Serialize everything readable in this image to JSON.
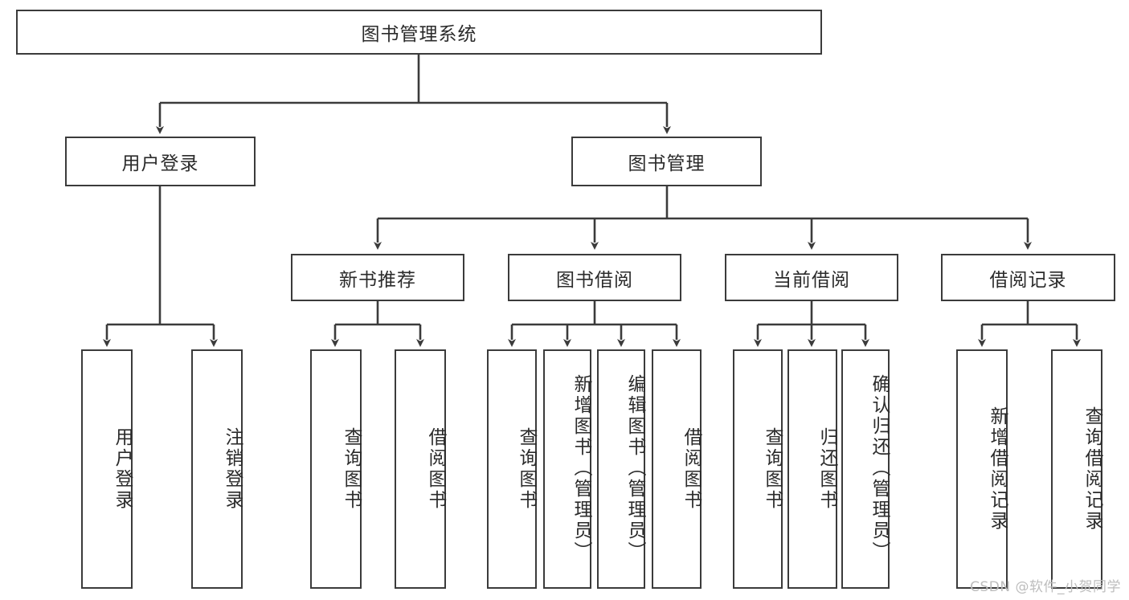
{
  "diagram": {
    "type": "hierarchy-tree",
    "title_box": {
      "label": "图书管理系统"
    },
    "level2": [
      {
        "id": "user-login",
        "label": "用户登录"
      },
      {
        "id": "book-management",
        "label": "图书管理"
      }
    ],
    "level3": [
      {
        "id": "new-book-recommend",
        "label": "新书推荐",
        "parent": "book-management"
      },
      {
        "id": "book-borrow",
        "label": "图书借阅",
        "parent": "book-management"
      },
      {
        "id": "current-borrow",
        "label": "当前借阅",
        "parent": "book-management"
      },
      {
        "id": "borrow-record",
        "label": "借阅记录",
        "parent": "book-management"
      }
    ],
    "leaves": [
      {
        "id": "leaf-user-login",
        "label": "用户登录",
        "parent": "user-login"
      },
      {
        "id": "leaf-logout-login",
        "label": "注销登录",
        "parent": "user-login"
      },
      {
        "id": "leaf-query-book-1",
        "label": "查询图书",
        "parent": "new-book-recommend"
      },
      {
        "id": "leaf-borrow-book-1",
        "label": "借阅图书",
        "parent": "new-book-recommend"
      },
      {
        "id": "leaf-query-book-2",
        "label": "查询图书",
        "parent": "book-borrow"
      },
      {
        "id": "leaf-add-book",
        "label": "新增图书（管理员）",
        "parent": "book-borrow"
      },
      {
        "id": "leaf-edit-book",
        "label": "编辑图书（管理员）",
        "parent": "book-borrow"
      },
      {
        "id": "leaf-borrow-book-2",
        "label": "借阅图书",
        "parent": "book-borrow"
      },
      {
        "id": "leaf-query-book-3",
        "label": "查询图书",
        "parent": "current-borrow"
      },
      {
        "id": "leaf-return-book",
        "label": "归还图书",
        "parent": "current-borrow"
      },
      {
        "id": "leaf-confirm-return",
        "label": "确认归还（管理员）",
        "parent": "current-borrow"
      },
      {
        "id": "leaf-add-borrow-record",
        "label": "新增借阅记录",
        "parent": "borrow-record"
      },
      {
        "id": "leaf-query-borrow-record",
        "label": "查询借阅记录",
        "parent": "borrow-record"
      }
    ],
    "watermark": "CSDN @软件_小贺同学",
    "colors": {
      "stroke": "#3b3b3b",
      "fill": "#ffffff",
      "text": "#2b2b2b",
      "watermark": "#bdbdbd"
    }
  }
}
